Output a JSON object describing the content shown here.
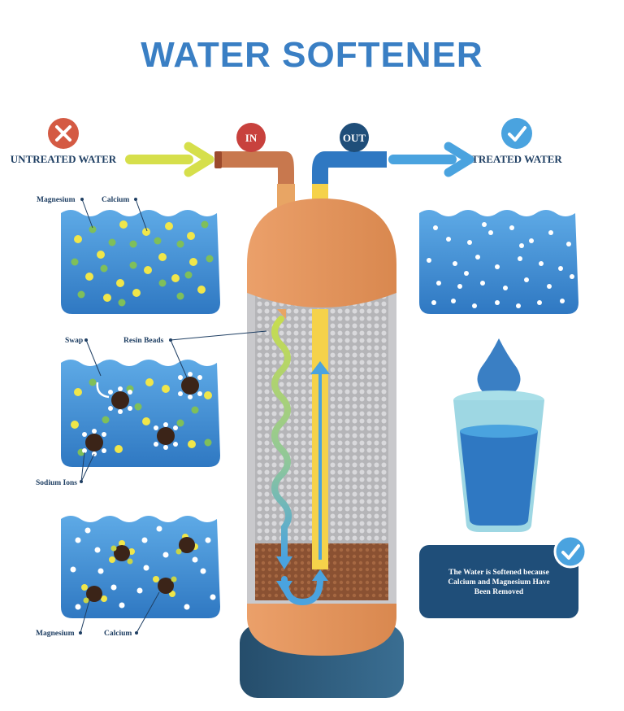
{
  "title": "WATER SOFTENER",
  "labels": {
    "untreated": "UNTREATED WATER",
    "treated": "TREATED WATER",
    "in": "IN",
    "out": "OUT",
    "magnesium": "Magnesium",
    "calcium": "Calcium",
    "swap": "Swap",
    "resin_beads": "Resin Beads",
    "sodium_ions": "Sodium Ions",
    "magnesium_bottom": "Magnesium",
    "calcium_bottom": "Calcium"
  },
  "note": {
    "line1": "The Water is Softened because",
    "line2": "Calcium and Magnesium Have",
    "line3": "Been Removed"
  },
  "icons": {
    "untreated": "x-circle-icon",
    "treated": "check-circle-icon",
    "note": "check-circle-icon",
    "drop": "water-drop-icon",
    "glass": "glass-of-water-icon"
  },
  "colors": {
    "title": "#3a7fc4",
    "water": "#3f8fd6",
    "tank_orange": "#e89a5e",
    "tank_base": "#2f5e80",
    "in_badge": "#c8413d",
    "out_badge": "#1f4e79",
    "check": "#4aa3df",
    "resin_bed": "#8a5132",
    "yellow_tube": "#f5d24a",
    "green_arrow": "#d6df4b"
  }
}
